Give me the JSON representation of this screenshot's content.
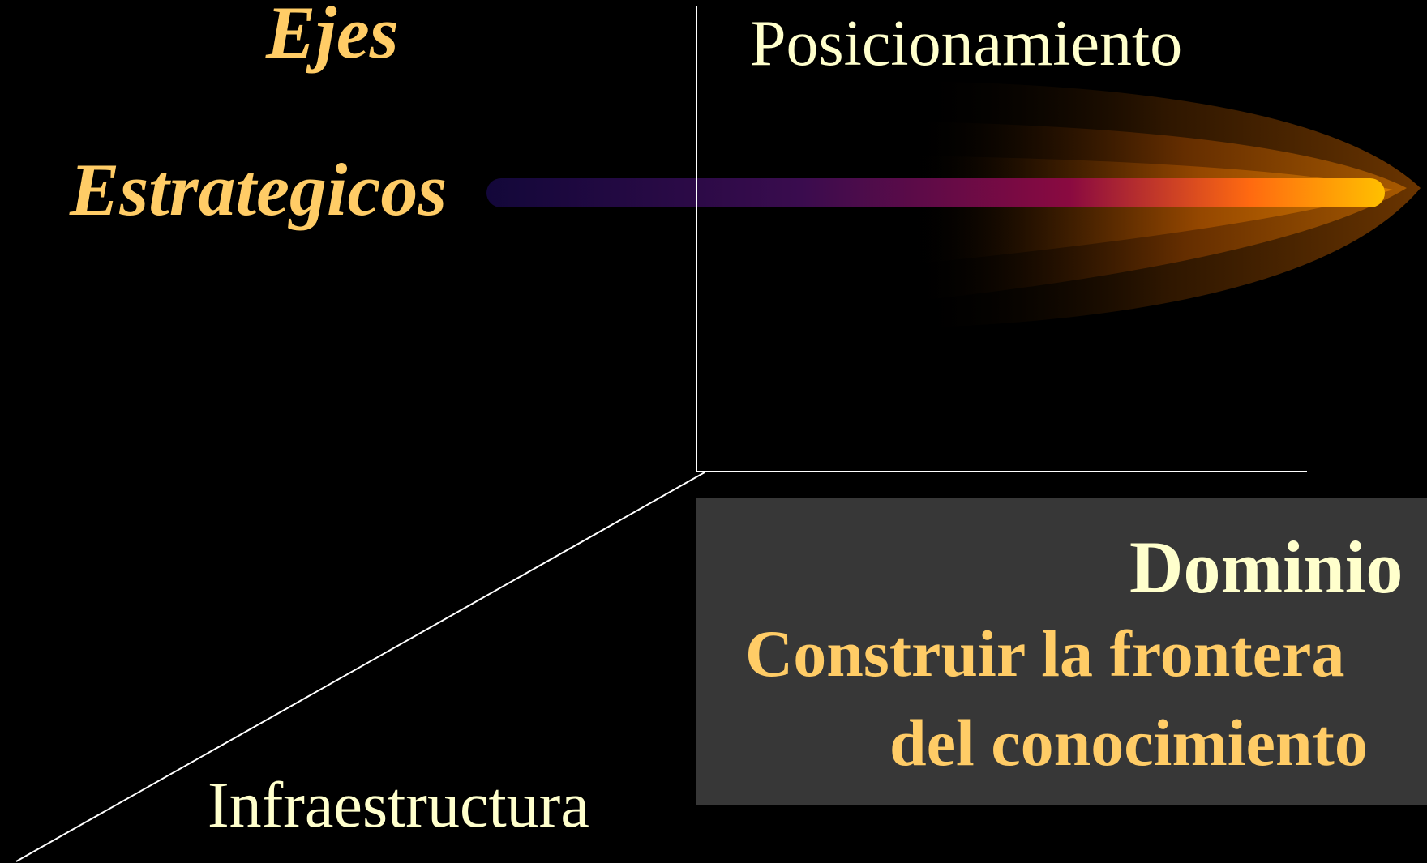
{
  "title": {
    "line1": "Ejes",
    "line2": "Estrategicos"
  },
  "axes": {
    "vertical_label": "Posicionamiento",
    "depth_label": "Infraestructura"
  },
  "box": {
    "title": "Dominio",
    "subtitle_line1": "Construir la frontera",
    "subtitle_line2": "del conocimiento"
  },
  "colors": {
    "background": "#000000",
    "title_text": "#FFCC66",
    "axis_label_text": "#FFFFCC",
    "axis_lines": "#FFFFFF",
    "box_fill": "#373737",
    "box_title_text": "#FFFFCC",
    "box_subtitle_text": "#FFCC66",
    "comet_head": "#FFB000",
    "comet_tail": "#1A0A5A"
  }
}
